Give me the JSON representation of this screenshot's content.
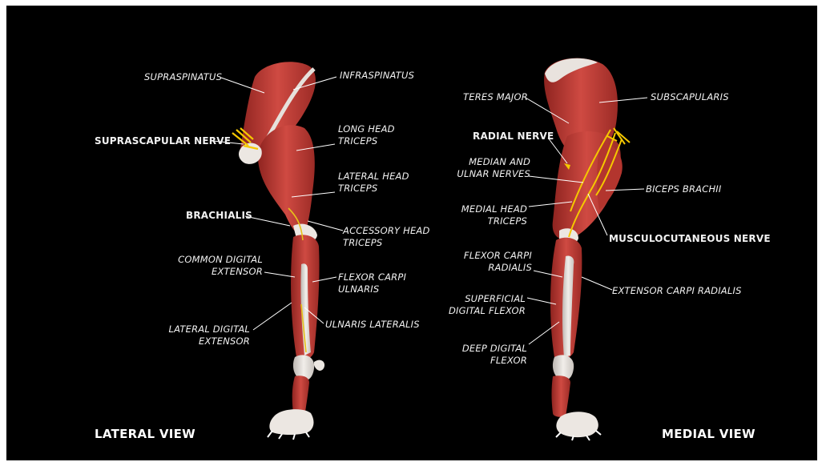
{
  "lateral": {
    "view_title": "LATERAL VIEW",
    "labels": {
      "supraspinatus": "SUPRASPINATUS",
      "infraspinatus": "INFRASPINATUS",
      "suprascapular_nerve": "SUPRASCAPULAR NERVE",
      "long_head_triceps": "LONG HEAD\nTRICEPS",
      "lateral_head_triceps": "LATERAL HEAD\nTRICEPS",
      "brachialis": "BRACHIALIS",
      "accessory_head_triceps": "ACCESSORY HEAD\nTRICEPS",
      "common_digital_extensor": "COMMON DIGITAL\nEXTENSOR",
      "flexor_carpi_ulnaris": "FLEXOR CARPI\nULNARIS",
      "lateral_digital_extensor": "LATERAL DIGITAL\nEXTENSOR",
      "ulnaris_lateralis": "ULNARIS LATERALIS"
    }
  },
  "medial": {
    "view_title": "MEDIAL VIEW",
    "labels": {
      "teres_major": "TERES MAJOR",
      "subscapularis": "SUBSCAPULARIS",
      "radial_nerve": "RADIAL NERVE",
      "median_ulnar_nerves": "MEDIAN AND\nULNAR NERVES",
      "biceps_brachii": "BICEPS BRACHII",
      "medial_head_triceps": "MEDIAL HEAD\nTRICEPS",
      "musculocutaneous_nerve": "MUSCULOCUTANEOUS NERVE",
      "flexor_carpi_radialis": "FLEXOR CARPI\nRADIALIS",
      "extensor_carpi_radialis": "EXTENSOR CARPI RADIALIS",
      "superficial_digital_flexor": "SUPERFICIAL\nDIGITAL FLEXOR",
      "deep_digital_flexor": "DEEP DIGITAL\nFLEXOR"
    }
  }
}
